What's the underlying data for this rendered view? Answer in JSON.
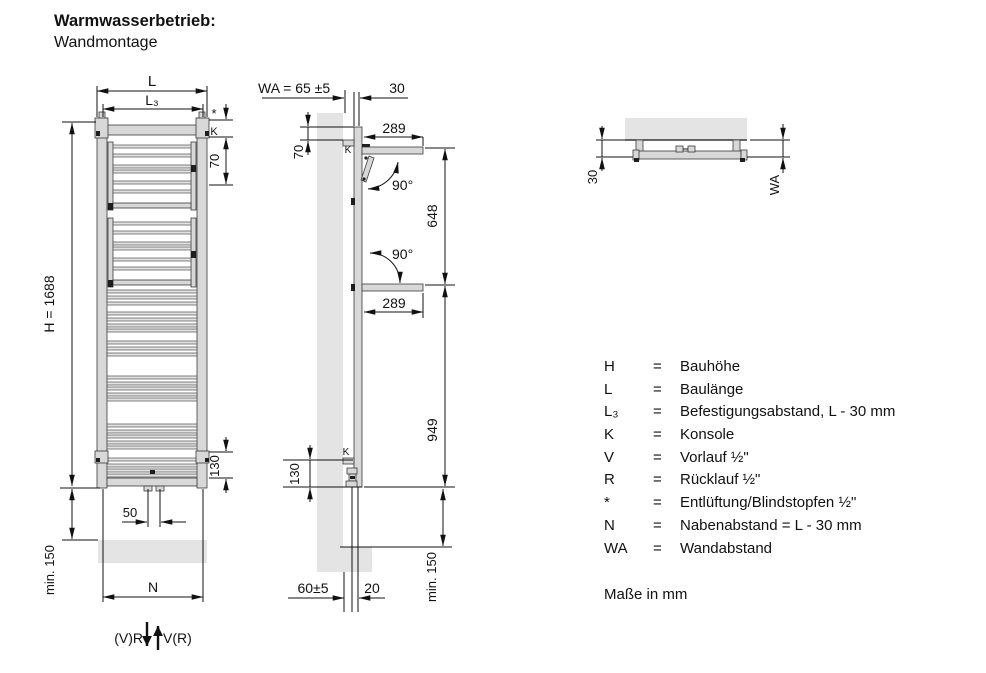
{
  "title": {
    "bold": "Warmwasserbetrieb:",
    "sub": "Wandmontage"
  },
  "front_view": {
    "dim_L": "L",
    "dim_L3": "L₃",
    "star": "*",
    "K": "K",
    "dim_70": "70",
    "dim_H": "H = 1688",
    "dim_130": "130",
    "dim_50": "50",
    "dim_min150": "min. 150",
    "dim_N": "N",
    "flow_label": "(V)R",
    "return_label": "V(R)"
  },
  "side_view": {
    "dim_WA": "WA = 65 ±5",
    "dim_30": "30",
    "dim_70": "70",
    "K_top": "K",
    "K_bottom": "K",
    "dim_289_top": "289",
    "dim_289_bottom": "289",
    "angle_top": "90°",
    "angle_bottom": "90°",
    "dim_648": "648",
    "dim_949": "949",
    "dim_130": "130",
    "dim_min150": "min. 150",
    "dim_60": "60±5",
    "dim_20": "20"
  },
  "top_view": {
    "dim_30": "30",
    "dim_WA": "WA"
  },
  "legend": {
    "rows": [
      {
        "symbol": "H",
        "eq": "=",
        "desc": "Bauhöhe"
      },
      {
        "symbol": "L",
        "eq": "=",
        "desc": "Baulänge"
      },
      {
        "symbol": "L₃",
        "eq": "=",
        "desc": "Befestigungsabstand, L - 30 mm"
      },
      {
        "symbol": "K",
        "eq": "=",
        "desc": "Konsole"
      },
      {
        "symbol": "V",
        "eq": "=",
        "desc": "Vorlauf ½\""
      },
      {
        "symbol": "R",
        "eq": "=",
        "desc": "Rücklauf ½\""
      },
      {
        "symbol": "*",
        "eq": "=",
        "desc": "Entlüftung/Blindstopfen ½\""
      },
      {
        "symbol": "N",
        "eq": "=",
        "desc": "Nabenabstand = L - 30 mm"
      },
      {
        "symbol": "WA",
        "eq": "=",
        "desc": "Wandabstand"
      }
    ],
    "note": "Maße in mm"
  },
  "colors": {
    "line": "#111111",
    "object_fill": "#d8d8d8",
    "shade": "#e4e4e4"
  }
}
